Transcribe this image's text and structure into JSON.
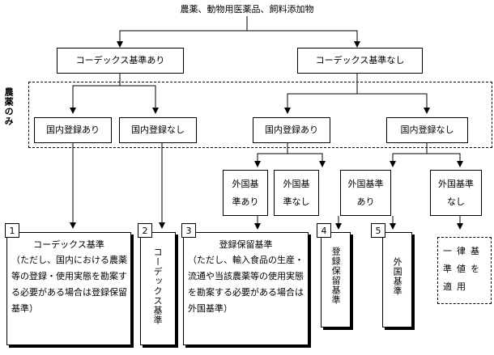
{
  "title": "農薬、動物用医薬品、飼料添加物",
  "codex_yes": "コーデックス基準あり",
  "codex_no": "コーデックス基準なし",
  "pesticide_only": "農薬のみ",
  "domestic_yes": "国内登録あり",
  "domestic_no": "国内登録なし",
  "foreign_yes": "外国基準あり",
  "foreign_no": "外国基準なし",
  "outcomes": {
    "o1": {
      "num": "1",
      "title": "コーデックス基準",
      "body": "（ただし、国内における農薬等の登録・使用実態を勘案する必要がある場合は登録保留基準）"
    },
    "o2": {
      "num": "2",
      "text": "コーデックス基準"
    },
    "o3": {
      "num": "3",
      "title": "登録保留基準",
      "body": "（ただし、輸入食品の生産・流通や当該農薬等の使用実態を勘案する必要がある場合は外国基準）"
    },
    "o4": {
      "num": "4",
      "text": "登録保留基準"
    },
    "o5": {
      "num": "5",
      "text": "外国基準"
    },
    "o6": {
      "text": "一律基準値を適用"
    }
  }
}
